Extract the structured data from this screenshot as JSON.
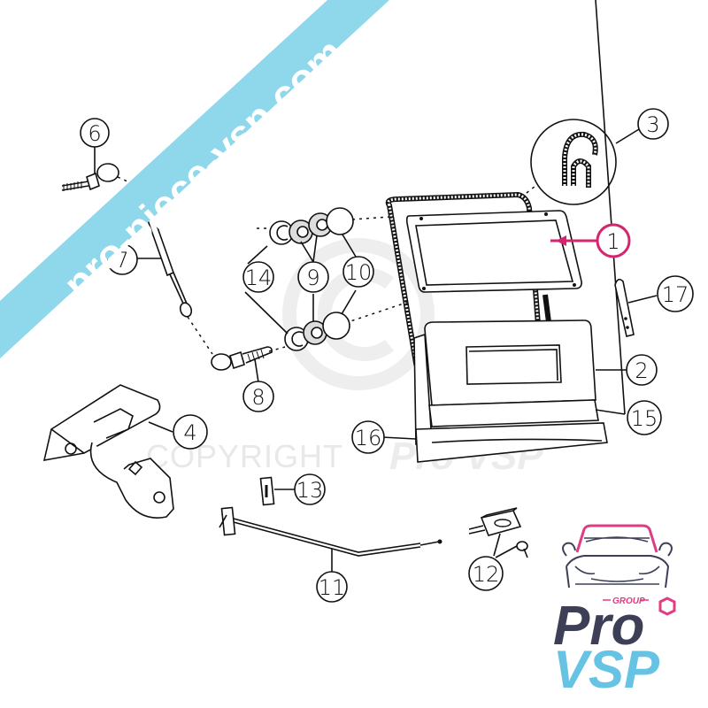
{
  "diagram": {
    "type": "exploded-parts-diagram",
    "subject": "Rear tailgate / hatch assembly",
    "callouts": [
      {
        "id": "1",
        "label": "1",
        "highlighted": true,
        "part": "rear window glass"
      },
      {
        "id": "2",
        "label": "2",
        "part": "tailgate panel"
      },
      {
        "id": "3",
        "label": "3",
        "part": "seal profile (detail)"
      },
      {
        "id": "4",
        "label": "4",
        "part": "hinge"
      },
      {
        "id": "6",
        "label": "6",
        "part": "ball stud"
      },
      {
        "id": "7",
        "label": "7",
        "part": "gas strut"
      },
      {
        "id": "8",
        "label": "8",
        "part": "ball stud"
      },
      {
        "id": "9",
        "label": "9",
        "part": "washer"
      },
      {
        "id": "10",
        "label": "10",
        "part": "cap"
      },
      {
        "id": "11",
        "label": "11",
        "part": "release cable"
      },
      {
        "id": "12",
        "label": "12",
        "part": "lock barrel"
      },
      {
        "id": "13",
        "label": "13",
        "part": "clip"
      },
      {
        "id": "14",
        "label": "14",
        "part": "striker"
      },
      {
        "id": "15",
        "label": "15",
        "part": "lower panel trim"
      },
      {
        "id": "16",
        "label": "16",
        "part": "side trim"
      },
      {
        "id": "17",
        "label": "17",
        "part": "bracket"
      }
    ]
  },
  "watermarks": {
    "banner_text": "pro-piece-vsp.com",
    "copyright_text": "COPYRIGHT",
    "brand_text": "Pro VSP",
    "copyright_symbol": "©"
  },
  "logo": {
    "group_text": "GROUP",
    "pro_text": "Pro",
    "vsp_text": "VSP"
  },
  "colors": {
    "banner": "#8fd8ec",
    "highlight": "#d6246e",
    "logo_dark": "#3d3f56",
    "logo_blue": "#66c3e3",
    "logo_pink": "#e03c84",
    "line": "#111111"
  }
}
